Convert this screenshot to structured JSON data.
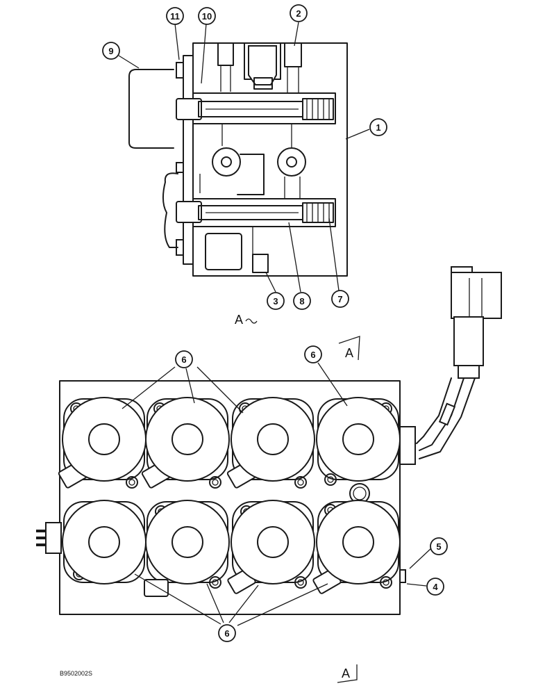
{
  "callouts": [
    {
      "id": "c11",
      "label": "11"
    },
    {
      "id": "c10",
      "label": "10"
    },
    {
      "id": "c2",
      "label": "2"
    },
    {
      "id": "c9",
      "label": "9"
    },
    {
      "id": "c1",
      "label": "1"
    },
    {
      "id": "c3",
      "label": "3"
    },
    {
      "id": "c8",
      "label": "8"
    },
    {
      "id": "c7",
      "label": "7"
    },
    {
      "id": "c6a",
      "label": "6"
    },
    {
      "id": "c6b",
      "label": "6"
    },
    {
      "id": "c5",
      "label": "5"
    },
    {
      "id": "c4",
      "label": "4"
    },
    {
      "id": "c6c",
      "label": "6"
    }
  ],
  "section_view_label": "A",
  "section_marker_label": "A",
  "section_marker_bottom_label": "A",
  "drawing_code": "B9502002S"
}
